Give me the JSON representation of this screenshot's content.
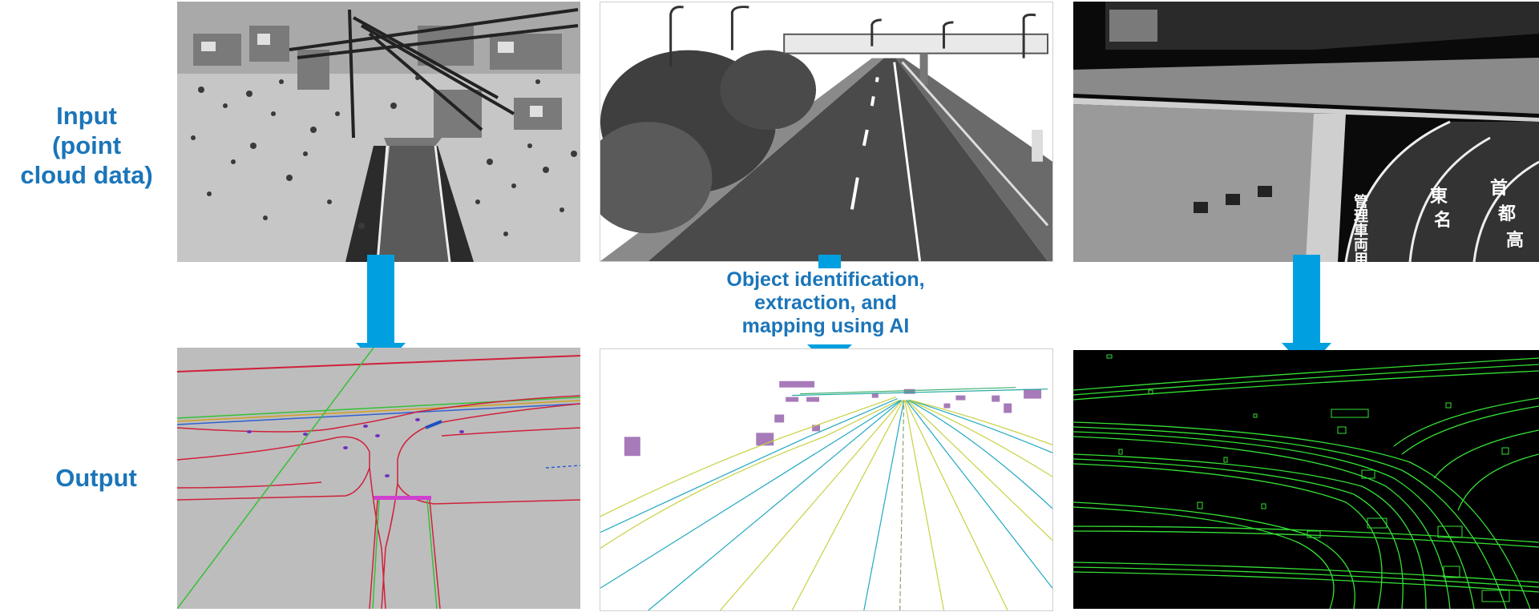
{
  "labels": {
    "input": [
      "Input",
      "(point",
      "cloud data)"
    ],
    "output": "Output",
    "ai_process": [
      "Object identification,",
      "extraction, and",
      "mapping using AI"
    ]
  },
  "colors": {
    "label_blue": "#1b75b9",
    "arrow_blue": "#00a0e0",
    "panel_gray": "#bdbdbd",
    "lane_green": "#35e035",
    "road_red": "#d0203a",
    "object_purple": "#a77ab9"
  },
  "panels": {
    "input": [
      "residential-road-point-cloud",
      "highway-point-cloud",
      "elevated-expressway-point-cloud"
    ],
    "output": [
      "residential-road-vector-map",
      "highway-vector-map",
      "elevated-expressway-vector-map"
    ]
  },
  "road_marking_text": [
    "管理車両用通",
    "東",
    "名",
    "首",
    "都",
    "高"
  ]
}
